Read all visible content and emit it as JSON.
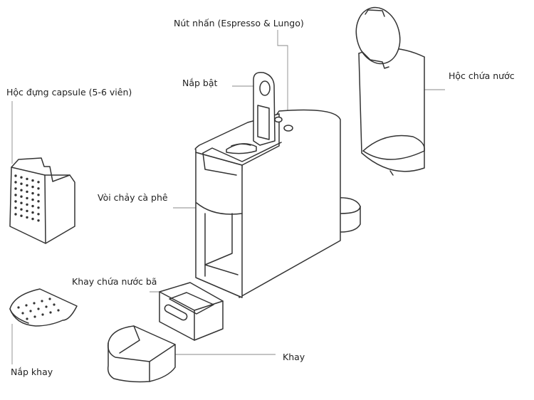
{
  "labels": {
    "buttons": "Nút nhấn (Espresso & Lungo)",
    "lid": "Nắp bật",
    "water_tank": "Hộc chứa nước",
    "capsule_bin": "Hộc đựng capsule (5-6 viên)",
    "spout": "Vòi chảy cà phê",
    "drip_bin": "Khay chứa nước bã",
    "tray": "Khay",
    "tray_lid": "Nắp khay"
  },
  "colors": {
    "outline": "#333333",
    "leader": "#8a8a8a",
    "text": "#222222"
  }
}
